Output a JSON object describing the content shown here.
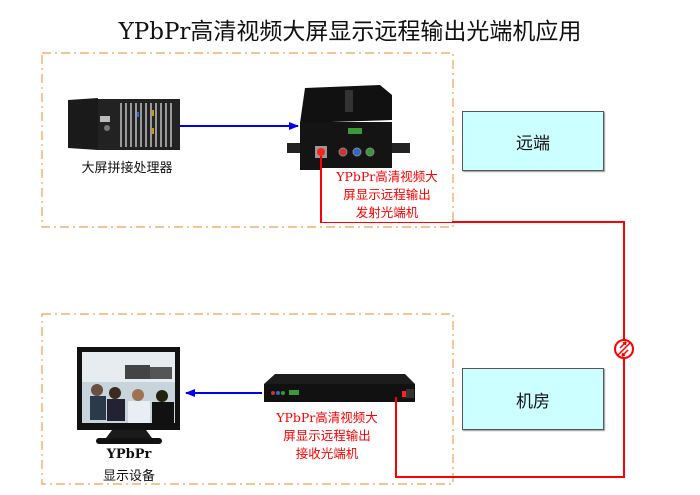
{
  "title": "YPbPr高清视频大屏显示远程输出光端机应用",
  "top_group": {
    "processor_label": "大屏拼接处理器",
    "transmitter_label": [
      "YPbPr高清视频大",
      "屏显示远程输出",
      "发射光端机"
    ]
  },
  "bottom_group": {
    "display_label_line1": "YPbPr",
    "display_label_line2": "显示设备",
    "receiver_label": [
      "YPbPr高清视频大",
      "屏显示远程输出",
      "接收光端机"
    ]
  },
  "sites": {
    "remote": "远端",
    "machine_room": "机房"
  },
  "icons": {
    "fiber_link": "fiber-transceiver-icon"
  },
  "colors": {
    "fiber_line": "#ff0000",
    "video_line": "#0000ee",
    "group_border": "#f0a050",
    "site_fill": "#ccffff"
  }
}
